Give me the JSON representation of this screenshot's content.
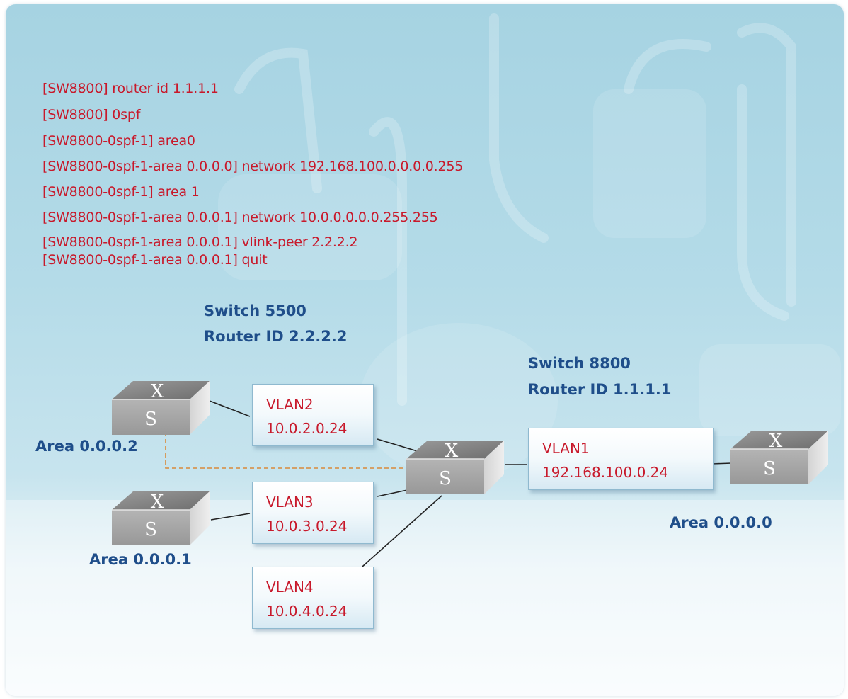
{
  "commands": [
    "[SW8800] router id 1.1.1.1",
    "[SW8800] 0spf",
    "[SW8800-0spf-1] area0",
    "[SW8800-0spf-1-area 0.0.0.0] network 192.168.100.0.0.0.0.255",
    "[SW8800-0spf-1] area 1",
    "[SW8800-0spf-1-area 0.0.0.1] network 10.0.0.0.0.0.255.255",
    "[SW8800-0spf-1-area 0.0.0.1] vlink-peer 2.2.2.2",
    "[SW8800-0spf-1-area 0.0.0.1] quit"
  ],
  "switch_5500": {
    "name": "Switch 5500",
    "router_id": "Router ID 2.2.2.2"
  },
  "switch_8800": {
    "name": "Switch 8800",
    "router_id": "Router ID 1.1.1.1"
  },
  "areas": {
    "area_0002": "Area 0.0.0.2",
    "area_0001": "Area 0.0.0.1",
    "area_0000": "Area 0.0.0.0"
  },
  "vlans": {
    "vlan2": {
      "name": "VLAN2",
      "network": "10.0.2.0.24"
    },
    "vlan3": {
      "name": "VLAN3",
      "network": "10.0.3.0.24"
    },
    "vlan4": {
      "name": "VLAN4",
      "network": "10.0.4.0.24"
    },
    "vlan1": {
      "name": "VLAN1",
      "network": "192.168.100.0.24"
    }
  },
  "switch_icon": {
    "top_glyph": "X",
    "front_glyph": "S"
  },
  "colors": {
    "command_text": "#c8192b",
    "label_text": "#1f4e8a",
    "virtual_link": "#d98a3a"
  }
}
